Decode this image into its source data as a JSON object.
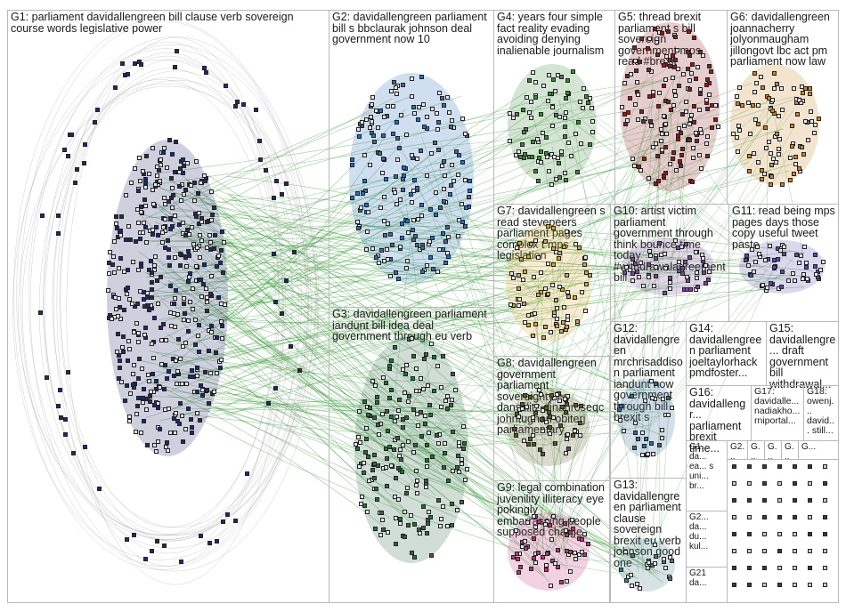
{
  "diagram": {
    "groups": [
      {
        "id": "G1",
        "label": "G1: parliament davidallengreen bill clause verb sovereign course words legislative power",
        "color": "#1f2a6b"
      },
      {
        "id": "G2",
        "label": "G2: davidallengreen parliament bill s bbclaurak johnson deal government now 10",
        "color": "#2a6fb8"
      },
      {
        "id": "G3",
        "label": "G3: davidallengreen parliament iandunt bill idea deal government through eu verb",
        "color": "#2e6b44"
      },
      {
        "id": "G4",
        "label": "G4: years four simple fact reality evading avoiding denying inalienable journalism",
        "color": "#3c8a3c"
      },
      {
        "id": "G5",
        "label": "G5: thread brexit parliament s bill sovereign government mps read #brexit",
        "color": "#8b1e1e"
      },
      {
        "id": "G6",
        "label": "G6: davidallengreen joannacherry jolyonmaugham jillongovt lbc act pm parliament now law",
        "color": "#c8862a"
      },
      {
        "id": "G7",
        "label": "G7: davidallengreen s read stevepeers parliament pages complex t mps legislation",
        "color": "#d9a62e"
      },
      {
        "id": "G8",
        "label": "G8: davidallengreen government parliament sovereignty eu danstilitz dinahroseqc johntughan obiterj parliamentary",
        "color": "#5a5a2a"
      },
      {
        "id": "G9",
        "label": "G9: legal combination juvenility illiteracy eye pokingly embarrassing people supposed charge",
        "color": "#c2307a"
      },
      {
        "id": "G10",
        "label": "G10: artist victim parliament government through think bounce time today #withdrawalagreementbill",
        "color": "#7a4a9a"
      },
      {
        "id": "G11",
        "label": "G11: read being mps pages days those copy useful tweet paste",
        "color": "#5a4aa8"
      },
      {
        "id": "G12",
        "label": "G12: davidallengreen mrchrisaddison parliament iandunt now government through bill brexit s",
        "color": "#3a6a9a"
      },
      {
        "id": "G13",
        "label": "G13: davidallengreen parliament clause sovereign brexit eu verb johnson good one",
        "color": "#4a7a8a"
      },
      {
        "id": "G14",
        "label": "G14: davidallengreen parliament joeltaylorhack pmdfoster...",
        "color": "#6a6a6a"
      },
      {
        "id": "G15",
        "label": "G15: davidallengre... draft government bill withdrawal...",
        "color": "#6a6a6a"
      },
      {
        "id": "G16",
        "label": "G16: davidallengr... parliament brexit time...",
        "color": "#6a6a6a"
      },
      {
        "id": "G17",
        "label": "G17: davidalle... nadiakho... rniportal...",
        "color": "#6a6a6a"
      },
      {
        "id": "G18",
        "label": "G18: owenj... david... still...",
        "color": "#6a6a6a"
      },
      {
        "id": "G19",
        "label": "G1... da... ea... s uni... br...",
        "color": "#6a6a6a"
      },
      {
        "id": "G20",
        "label": "G2... da... du... kul...",
        "color": "#6a6a6a"
      },
      {
        "id": "G21",
        "label": "G21 da...",
        "color": "#6a6a6a"
      },
      {
        "id": "G22",
        "label": "G2...",
        "color": "#6a6a6a"
      },
      {
        "id": "G23",
        "label": "G...",
        "color": "#6a6a6a"
      },
      {
        "id": "G24",
        "label": "G...",
        "color": "#6a6a6a"
      },
      {
        "id": "G25",
        "label": "G...",
        "color": "#6a6a6a"
      },
      {
        "id": "G26",
        "label": "G...",
        "color": "#6a6a6a"
      }
    ],
    "edge_color": "#1e8a1e"
  }
}
